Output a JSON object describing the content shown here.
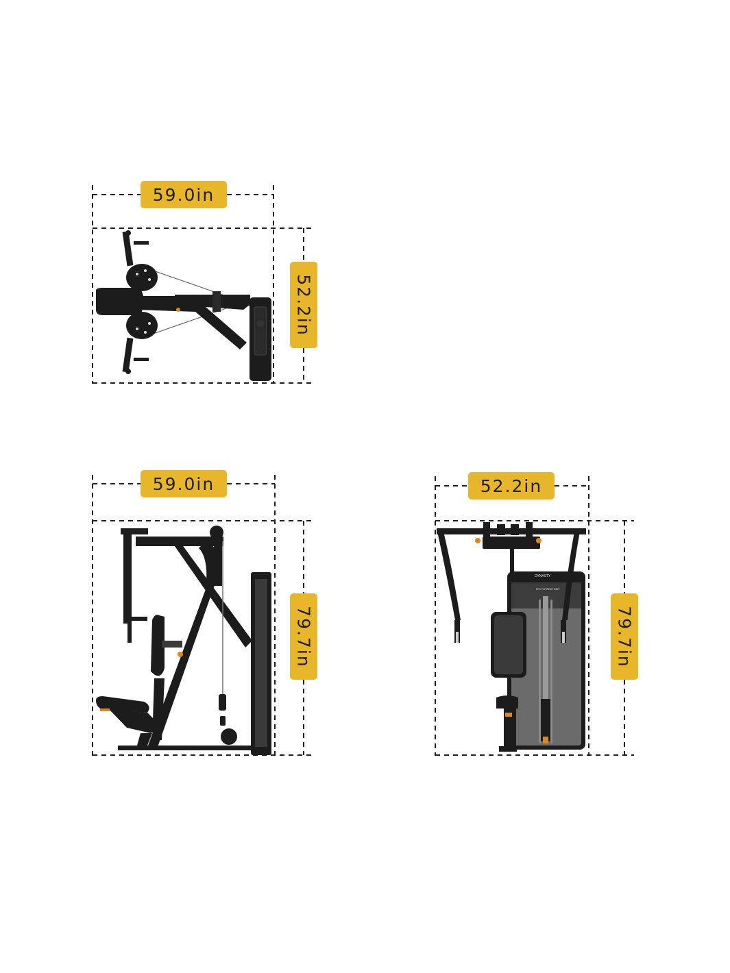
{
  "colors": {
    "badge_fill": "#e8b62a",
    "machine_black": "#1c1c1c",
    "machine_grey": "#6b6b6b",
    "accent_orange": "#d98a1e"
  },
  "top_view": {
    "width_label": "59.0in",
    "depth_label": "52.2in"
  },
  "side_view": {
    "width_label": "59.0in",
    "height_label": "79.7in"
  },
  "front_view": {
    "width_label": "52.2in",
    "height_label": "79.7in",
    "brand_text": "DYNASTY",
    "machine_name": "PEC FLY/REAR DELT"
  }
}
